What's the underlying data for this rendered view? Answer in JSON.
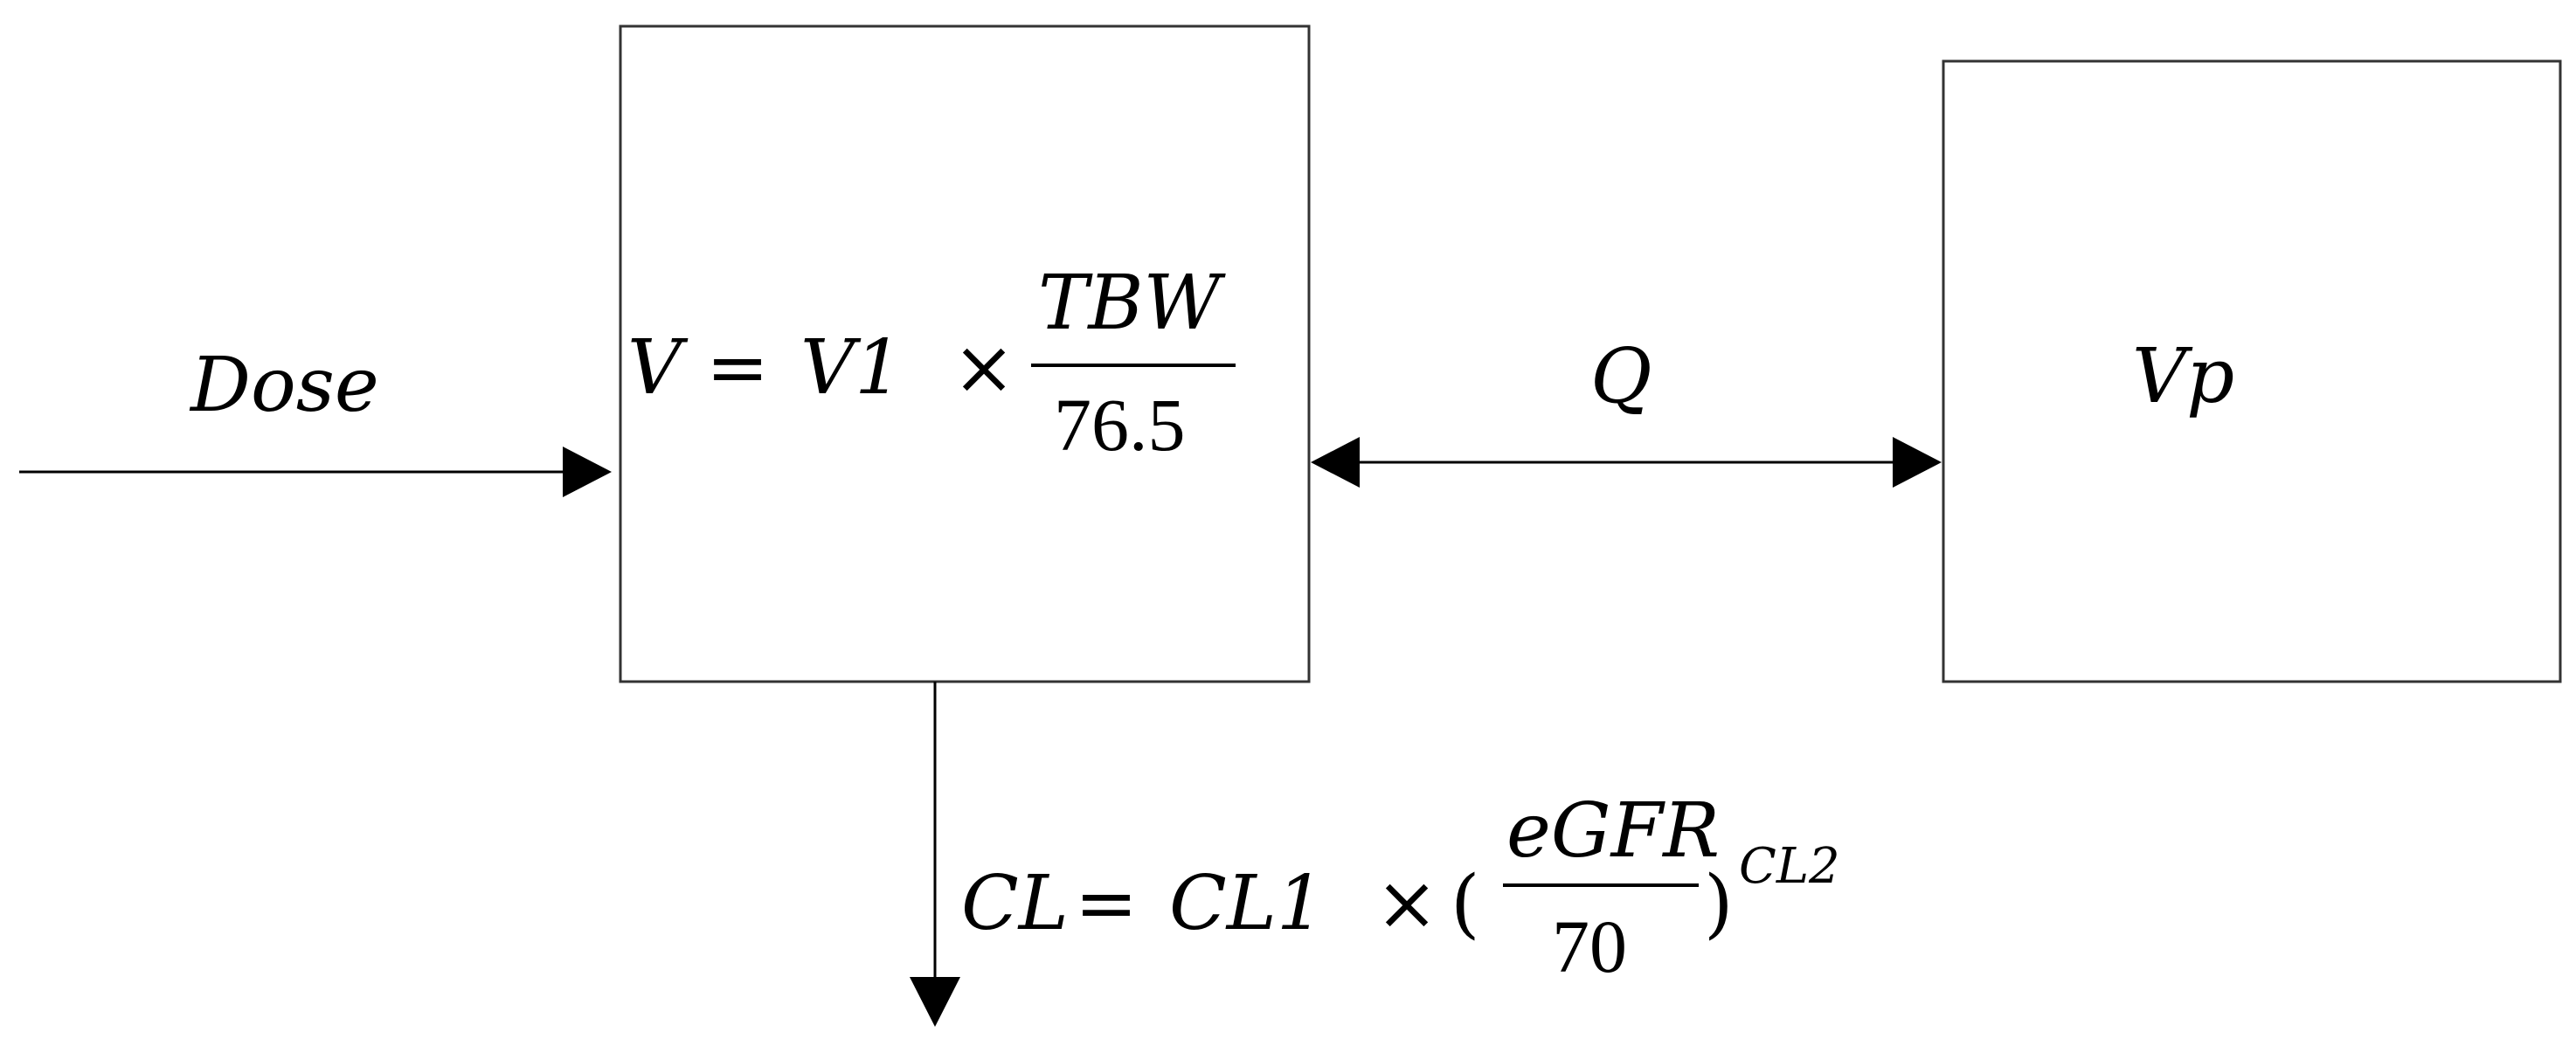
{
  "input": {
    "label": "Dose"
  },
  "central": {
    "lhs": "V",
    "eq": "=",
    "param": "V1",
    "times": "×",
    "numerator": "TBW",
    "denominator": "76.5"
  },
  "exchange": {
    "label": "Q"
  },
  "peripheral": {
    "label": "Vp"
  },
  "elimination": {
    "lhs": "CL",
    "eq": "=",
    "param": "CL1",
    "times": "×",
    "open_paren": "(",
    "numerator": "eGFR",
    "denominator": "70",
    "close_paren": ")",
    "exponent": "CL2"
  }
}
